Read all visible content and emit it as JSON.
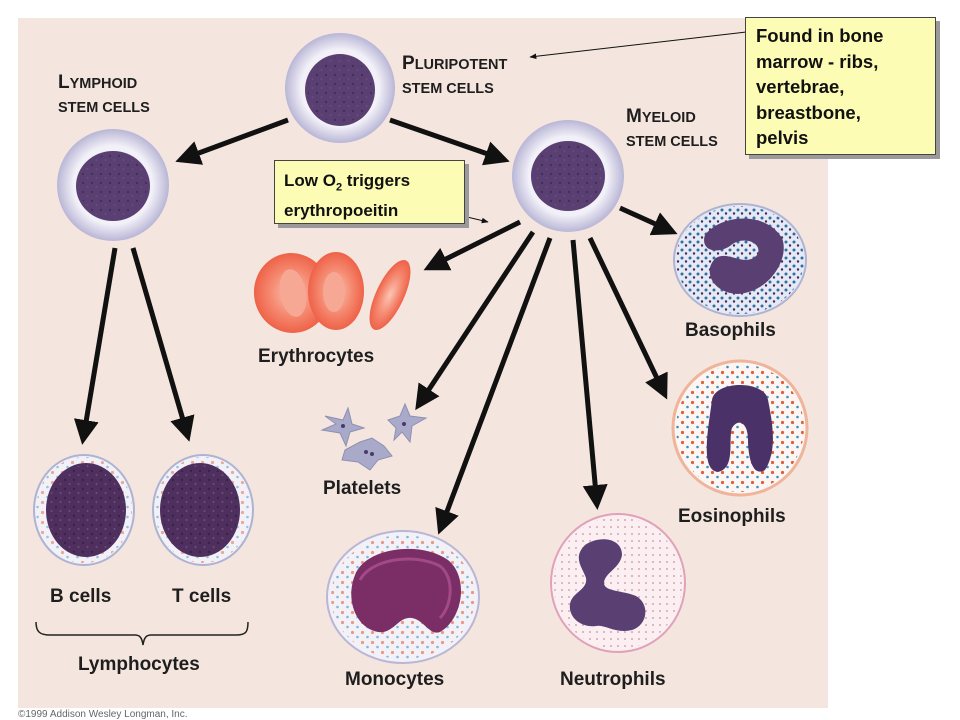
{
  "stem_cells": {
    "pluripotent": {
      "first_letter": "P",
      "rest": "LURIPOTENT",
      "line2": "STEM CELLS"
    },
    "lymphoid": {
      "first_letter": "L",
      "rest": "YMPHOID",
      "line2": "STEM CELLS"
    },
    "myeloid": {
      "first_letter": "M",
      "rest": "YELOID",
      "line2": "STEM CELLS"
    }
  },
  "cells": {
    "erythrocytes": "Erythrocytes",
    "platelets": "Platelets",
    "basophils": "Basophils",
    "eosinophils": "Eosinophils",
    "monocytes": "Monocytes",
    "neutrophils": "Neutrophils",
    "b_cells": "B cells",
    "t_cells": "T cells",
    "lymphocytes": "Lymphocytes"
  },
  "callouts": {
    "marrow": [
      "Found in bone",
      "marrow - ribs,",
      "vertebrae,",
      "breastbone,",
      "pelvis"
    ],
    "o2": {
      "part1": "Low O",
      "subscript": "2",
      "part2": " triggers",
      "line2": "erythropoeitin"
    }
  },
  "copyright": "©1999 Addison Wesley Longman, Inc.",
  "colors": {
    "panel_bg": "#f4e6de",
    "nucleus": "#5a3f73",
    "erythrocyte": "#f26f55",
    "callout_bg": "#fdfcb4"
  }
}
